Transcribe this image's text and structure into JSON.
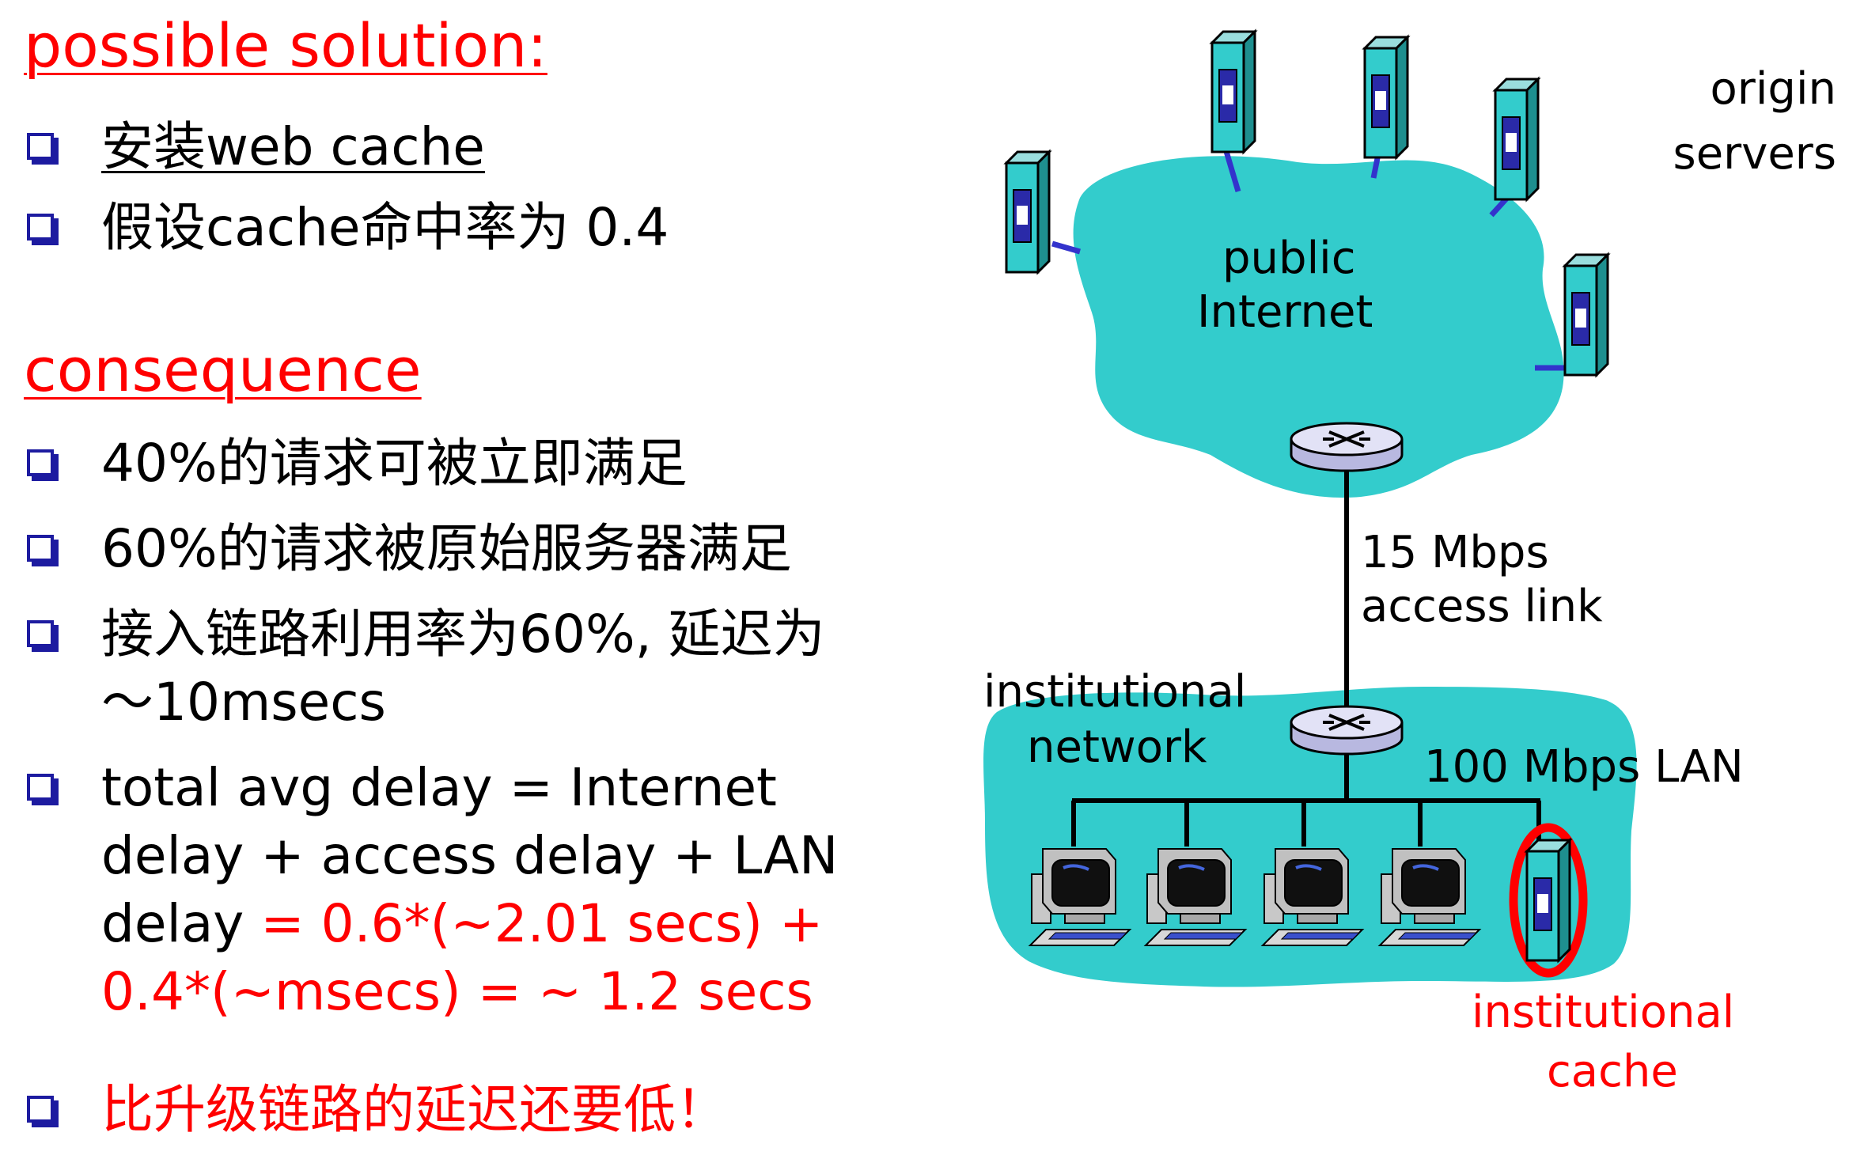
{
  "slide": {
    "heading1": "possible solution:",
    "bullets1": [
      {
        "prefix": "安装",
        "suffix": "web cache"
      },
      {
        "text": "假设cache命中率为 0.4"
      }
    ],
    "heading2": "consequence",
    "bullets2": [
      {
        "text": "40%的请求可被立即满足"
      },
      {
        "text": "60%的请求被原始服务器满足"
      },
      {
        "line1": "接入链路利用率为60%, 延迟为",
        "line2": "～10msecs"
      },
      {
        "line1": "total avg delay   = Internet",
        "line2": "delay + access delay + LAN",
        "line3a": "delay ",
        "line3b": " = 0.6*(~2.01 secs)  +",
        "line4": "0.4*(~msecs) = ~ 1.2 secs"
      },
      {
        "text": "比升级链路的延迟还要低！"
      }
    ]
  },
  "diagram": {
    "origin_servers": [
      "origin",
      "servers"
    ],
    "public_internet": [
      "public",
      "Internet"
    ],
    "access_link": [
      "15 Mbps",
      "access link"
    ],
    "institutional_network": [
      "institutional",
      "network"
    ],
    "lan": "100 Mbps LAN",
    "institutional_cache": [
      "institutional",
      "cache"
    ]
  },
  "colors": {
    "accent_red": "#ff0000",
    "cloud": "#33cccc",
    "bullet_blue": "#1d1ba0",
    "link_blue": "#3333cc"
  }
}
